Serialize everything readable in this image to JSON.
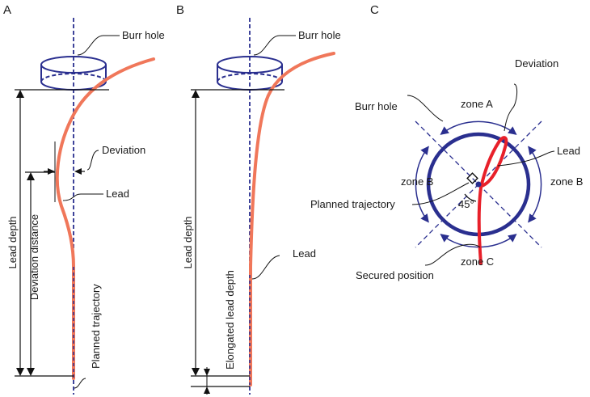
{
  "panels": {
    "a": {
      "letter": "A",
      "labels": {
        "burr_hole": "Burr hole",
        "deviation": "Deviation",
        "lead": "Lead",
        "lead_depth": "Lead depth",
        "deviation_distance": "Deviation distance",
        "planned_trajectory": "Planned trajectory"
      }
    },
    "b": {
      "letter": "B",
      "labels": {
        "burr_hole": "Burr hole",
        "lead": "Lead",
        "lead_depth": "Lead depth",
        "elongated_lead_depth": "Elongated lead depth"
      }
    },
    "c": {
      "letter": "C",
      "labels": {
        "deviation": "Deviation",
        "burr_hole": "Burr hole",
        "zone_a": "zone A",
        "lead": "Lead",
        "zone_b_left": "zone B",
        "zone_b_right": "zone B",
        "planned_trajectory": "Planned trajectory",
        "angle": "45°",
        "zone_c": "zone C",
        "secured_position": "Secured position"
      }
    }
  },
  "colors": {
    "structure": "#2a2f8f",
    "lead_orange": "#f0775a",
    "lead_red": "#e8202a",
    "dimension": "#111111"
  }
}
